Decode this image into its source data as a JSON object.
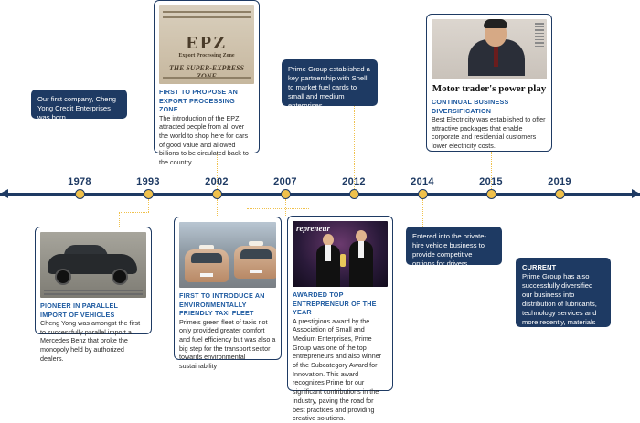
{
  "years": [
    "1978",
    "1993",
    "2002",
    "2007",
    "2012",
    "2014",
    "2015",
    "2019"
  ],
  "events": {
    "e1978": {
      "text": "Our first company, Cheng Yong Credit Enterprises was born."
    },
    "e1993": {
      "heading": "PIONEER IN PARALLEL IMPORT OF VEHICLES",
      "text": "Cheng Yong was amongst the first to successfully parallel import a Mercedes Benz that broke the monopoly held by authorized dealers."
    },
    "e2002top": {
      "heading": "FIRST TO PROPOSE AN EXPORT PROCESSING ZONE",
      "text": "The introduction of the EPZ attracted people from all over the world to shop here for cars of good value and allowed billions to be circulated back to the country.",
      "photo_text": {
        "big": "EPZ",
        "sub": "Export Processing Zone",
        "banner": "THE SUPER-EXPRESS ZONE"
      }
    },
    "e2002bottom": {
      "heading": "FIRST TO INTRODUCE AN ENVIRONMENTALLY FRIENDLY TAXI FLEET",
      "text": "Prime's green fleet of taxis not only provided greater comfort and fuel efficiency but was also a big step for the transport sector towards environmental sustainability"
    },
    "e2007": {
      "heading": "AWARDED TOP ENTREPRENEUR OF THE YEAR",
      "text": "A prestigious award by the Association of Small and Medium Enterprises, Prime Group was one of the top entrepreneurs and also winner of the Subcategory Award for Innovation. This award recognizes Prime for our significant contributions in the industry, paving the road for best practices and providing creative solutions.",
      "photo_text": "repreneur"
    },
    "e2012": {
      "text": "Prime Group established a key partnership with Shell to market fuel cards to small and medium enterprises."
    },
    "e2014": {
      "text": "Entered into the private-hire vehicle business to provide competitive options for drivers."
    },
    "e2015": {
      "photo_headline": "Motor trader's power play",
      "heading": "CONTINUAL BUSINESS DIVERSIFICATION",
      "text": "Best Electricity was established to offer attractive packages that enable corporate and residential customers lower electricity costs."
    },
    "e2019": {
      "heading": "CURRENT",
      "text": "Prime Group has also successfully diversified our business into distribution of lubricants, technology services and more recently, materials handling equipment."
    }
  },
  "colors": {
    "navy": "#1e3a63",
    "accent": "#f0c14b",
    "heading_blue": "#1e5aa0"
  }
}
